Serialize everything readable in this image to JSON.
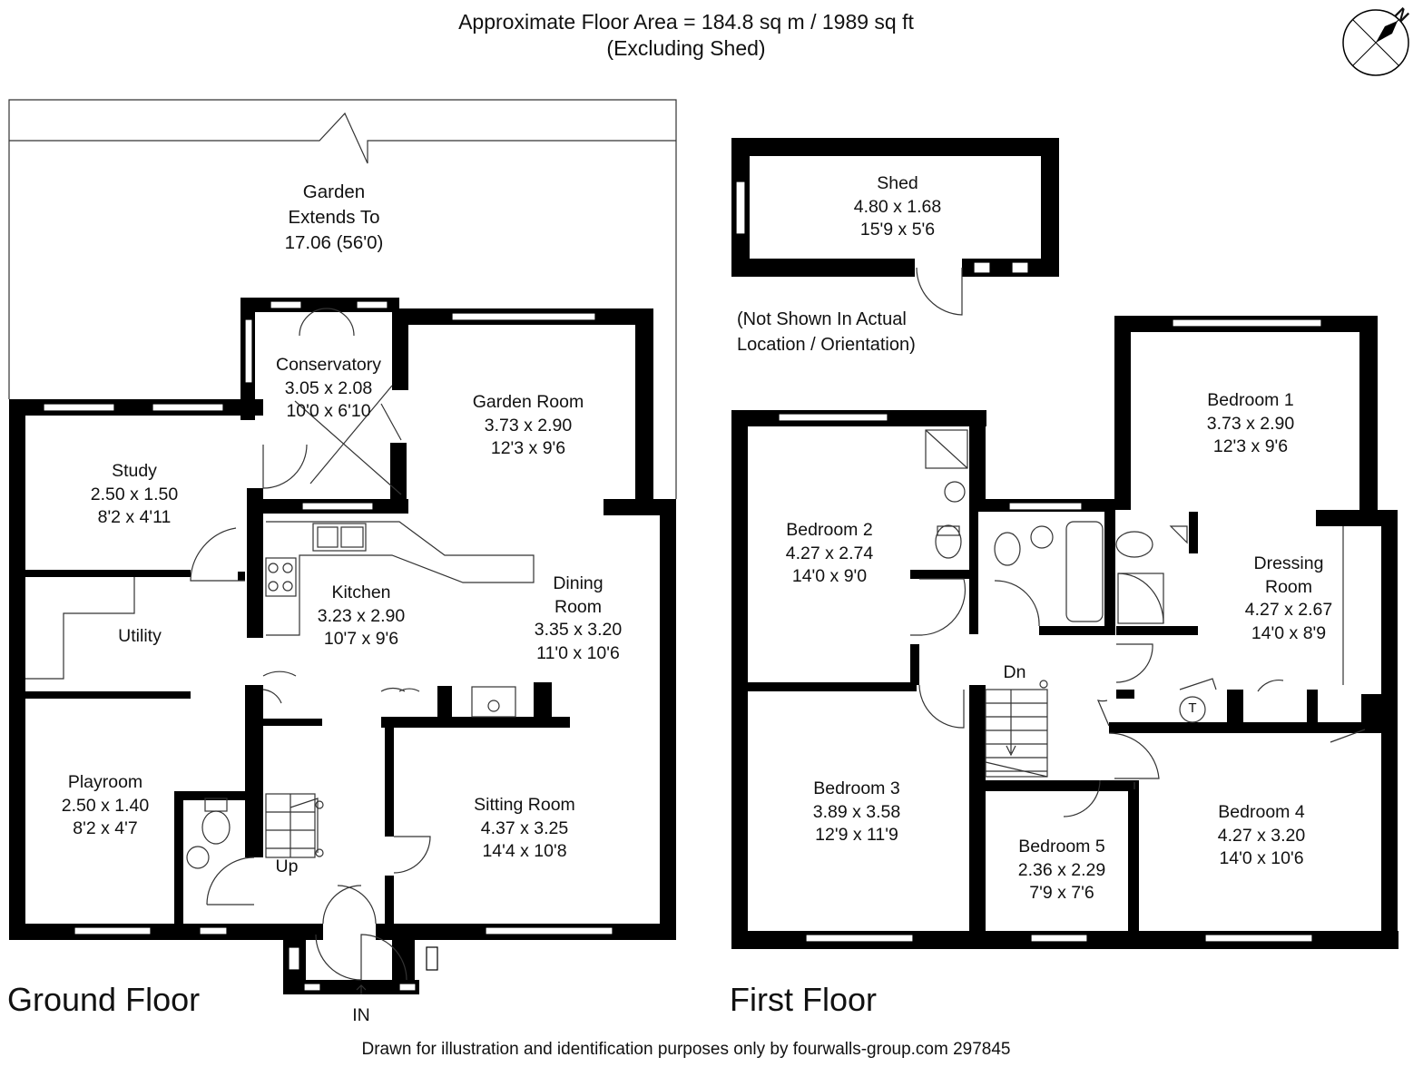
{
  "header": {
    "area_line": "Approximate Floor Area = 184.8 sq m / 1989 sq ft",
    "note_line": "(Excluding Shed)"
  },
  "compass": {
    "label": "N",
    "icon": "north-arrow-icon"
  },
  "ground_floor": {
    "title": "Ground Floor",
    "entrance": "IN",
    "stairs": "Up",
    "garden": {
      "line1": "Garden",
      "line2": "Extends To",
      "line3": "17.06 (56'0)"
    },
    "rooms": [
      {
        "id": "conservatory",
        "name": "Conservatory",
        "metric": "3.05 x 2.08",
        "imperial": "10'0 x 6'10"
      },
      {
        "id": "garden-room",
        "name": "Garden Room",
        "metric": "3.73 x 2.90",
        "imperial": "12'3 x 9'6"
      },
      {
        "id": "study",
        "name": "Study",
        "metric": "2.50 x 1.50",
        "imperial": "8'2 x 4'11"
      },
      {
        "id": "kitchen",
        "name": "Kitchen",
        "metric": "3.23 x 2.90",
        "imperial": "10'7 x 9'6"
      },
      {
        "id": "dining-room",
        "name": "Dining",
        "name2": "Room",
        "metric": "3.35 x 3.20",
        "imperial": "11'0 x 10'6"
      },
      {
        "id": "utility",
        "name": "Utility"
      },
      {
        "id": "playroom",
        "name": "Playroom",
        "metric": "2.50 x 1.40",
        "imperial": "8'2 x 4'7"
      },
      {
        "id": "sitting-room",
        "name": "Sitting Room",
        "metric": "4.37 x 3.25",
        "imperial": "14'4 x 10'8"
      }
    ]
  },
  "first_floor": {
    "title": "First Floor",
    "stairs": "Dn",
    "tank": "T",
    "shed": {
      "name": "Shed",
      "metric": "4.80 x 1.68",
      "imperial": "15'9 x 5'6"
    },
    "shed_note": {
      "line1": "(Not Shown In Actual",
      "line2": "Location / Orientation)"
    },
    "rooms": [
      {
        "id": "bedroom-1",
        "name": "Bedroom 1",
        "metric": "3.73 x 2.90",
        "imperial": "12'3 x 9'6"
      },
      {
        "id": "bedroom-2",
        "name": "Bedroom 2",
        "metric": "4.27 x 2.74",
        "imperial": "14'0 x 9'0"
      },
      {
        "id": "dressing-room",
        "name": "Dressing",
        "name2": "Room",
        "metric": "4.27 x 2.67",
        "imperial": "14'0 x 8'9"
      },
      {
        "id": "bedroom-3",
        "name": "Bedroom 3",
        "metric": "3.89 x 3.58",
        "imperial": "12'9 x 11'9"
      },
      {
        "id": "bedroom-5",
        "name": "Bedroom 5",
        "metric": "2.36 x 2.29",
        "imperial": "7'9 x 7'6"
      },
      {
        "id": "bedroom-4",
        "name": "Bedroom 4",
        "metric": "4.27 x 3.20",
        "imperial": "14'0 x 10'6"
      }
    ]
  },
  "footer": {
    "credit": "Drawn for illustration and identification purposes only by fourwalls-group.com 297845"
  },
  "colors": {
    "wall": "#000000",
    "line": "#333333",
    "background": "#ffffff"
  }
}
